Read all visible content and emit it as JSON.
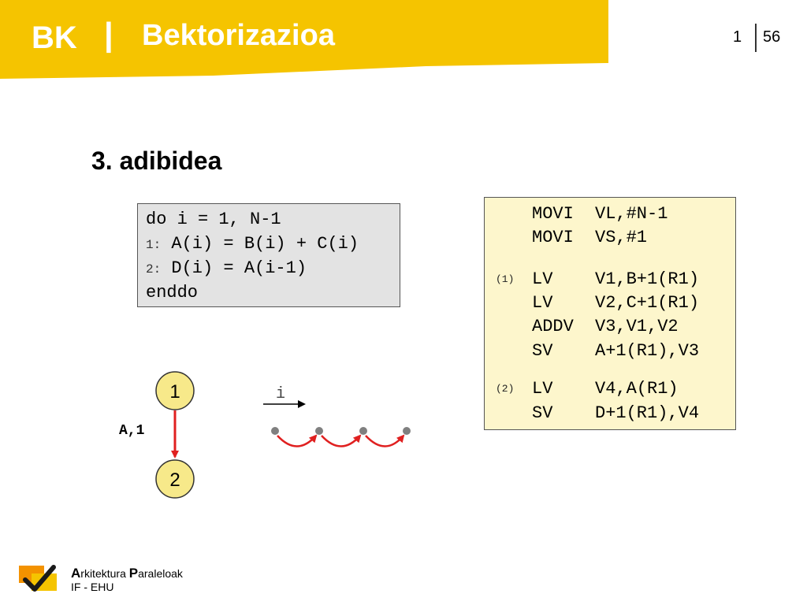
{
  "header": {
    "brand": "BK",
    "separator": "|",
    "title": "Bektorizazioa",
    "chapter": "1",
    "page": "56"
  },
  "section_title": "3. adibidea",
  "code": {
    "line0": "do i = 1, N-1",
    "line1_num": "1:",
    "line1_text": " A(i) = B(i) + C(i)",
    "line2_num": "2:",
    "line2_text": " D(i) = A(i-1)",
    "line3": "enddo"
  },
  "asm": [
    {
      "tag": "",
      "op": "MOVI",
      "args": "VL,#N-1"
    },
    {
      "tag": "",
      "op": "MOVI",
      "args": "VS,#1"
    },
    {
      "tag": "(1)",
      "op": "LV",
      "args": "V1,B+1(R1)"
    },
    {
      "tag": "",
      "op": "LV",
      "args": "V2,C+1(R1)"
    },
    {
      "tag": "",
      "op": "ADDV",
      "args": "V3,V1,V2"
    },
    {
      "tag": "",
      "op": "SV",
      "args": "A+1(R1),V3"
    },
    {
      "tag": "(2)",
      "op": "LV",
      "args": "V4,A(R1)"
    },
    {
      "tag": "",
      "op": "SV",
      "args": "D+1(R1),V4"
    }
  ],
  "graph": {
    "node1": "1",
    "node2": "2",
    "edge_label": "A,1",
    "iteration_label": "i"
  },
  "footer": {
    "a_initial": "A",
    "a_rest": "rkitektura ",
    "p_initial": "P",
    "p_rest": "araleloak",
    "line2": "IF - EHU"
  },
  "colors": {
    "header_yellow": "#f5c400",
    "node_fill": "#f7e98a",
    "arrow_red": "#e02020",
    "asm_bg": "#fdf6cc",
    "code_bg": "#e3e3e3"
  }
}
